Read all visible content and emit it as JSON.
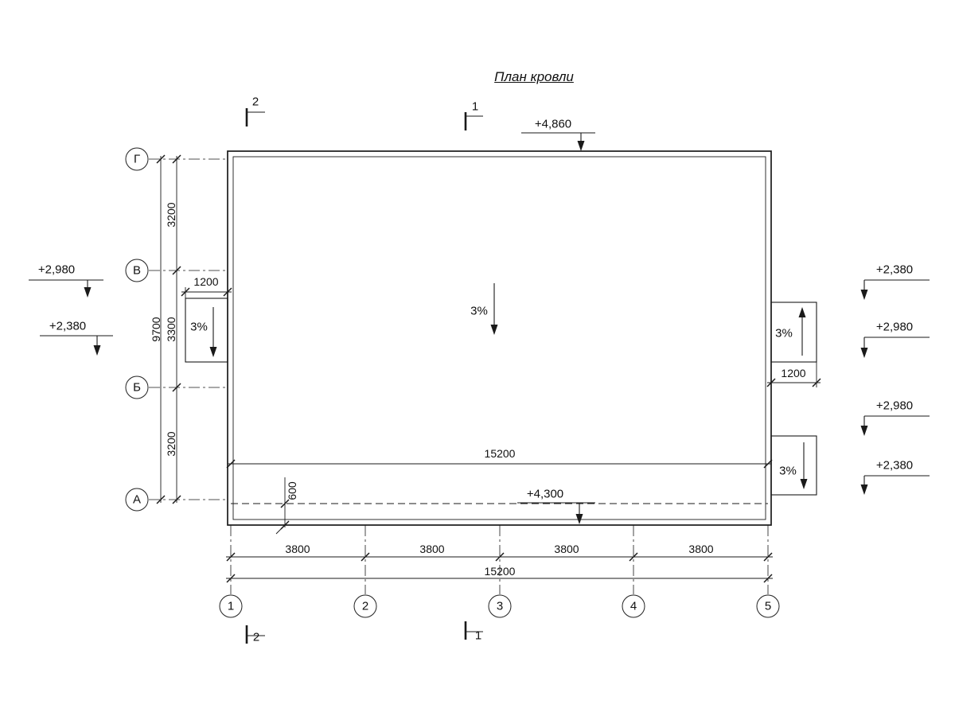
{
  "title": "План кровли",
  "grid": {
    "rows": [
      {
        "label": "Г"
      },
      {
        "label": "В"
      },
      {
        "label": "Б"
      },
      {
        "label": "А"
      }
    ],
    "cols": [
      {
        "label": "1"
      },
      {
        "label": "2"
      },
      {
        "label": "3"
      },
      {
        "label": "4"
      },
      {
        "label": "5"
      }
    ]
  },
  "sections": {
    "top_left": "2",
    "top_mid": "1",
    "bottom_left": "2",
    "bottom_mid": "1"
  },
  "elevations": {
    "roof_top": "+4,860",
    "eaves_inner": "+4,300",
    "left_upper": "+2,980",
    "left_lower": "+2,380",
    "right_1": "+2,380",
    "right_2": "+2,980",
    "right_3": "+2,980",
    "right_4": "+2,380"
  },
  "slopes": {
    "main": "3%",
    "left_canopy": "3%",
    "right_upper_canopy": "3%",
    "right_lower_canopy": "3%"
  },
  "dimensions": {
    "vertical_chain": [
      "3200",
      "3300",
      "3200"
    ],
    "vertical_total": "9700",
    "bottom_chain": [
      "3800",
      "3800",
      "3800",
      "3800"
    ],
    "bottom_total": "15200",
    "inner_width": "15200",
    "left_canopy": "1200",
    "right_canopy": "1200",
    "eaves_overhang": "600"
  },
  "colors": {
    "line": "#1a1a1a",
    "background": "#ffffff"
  }
}
